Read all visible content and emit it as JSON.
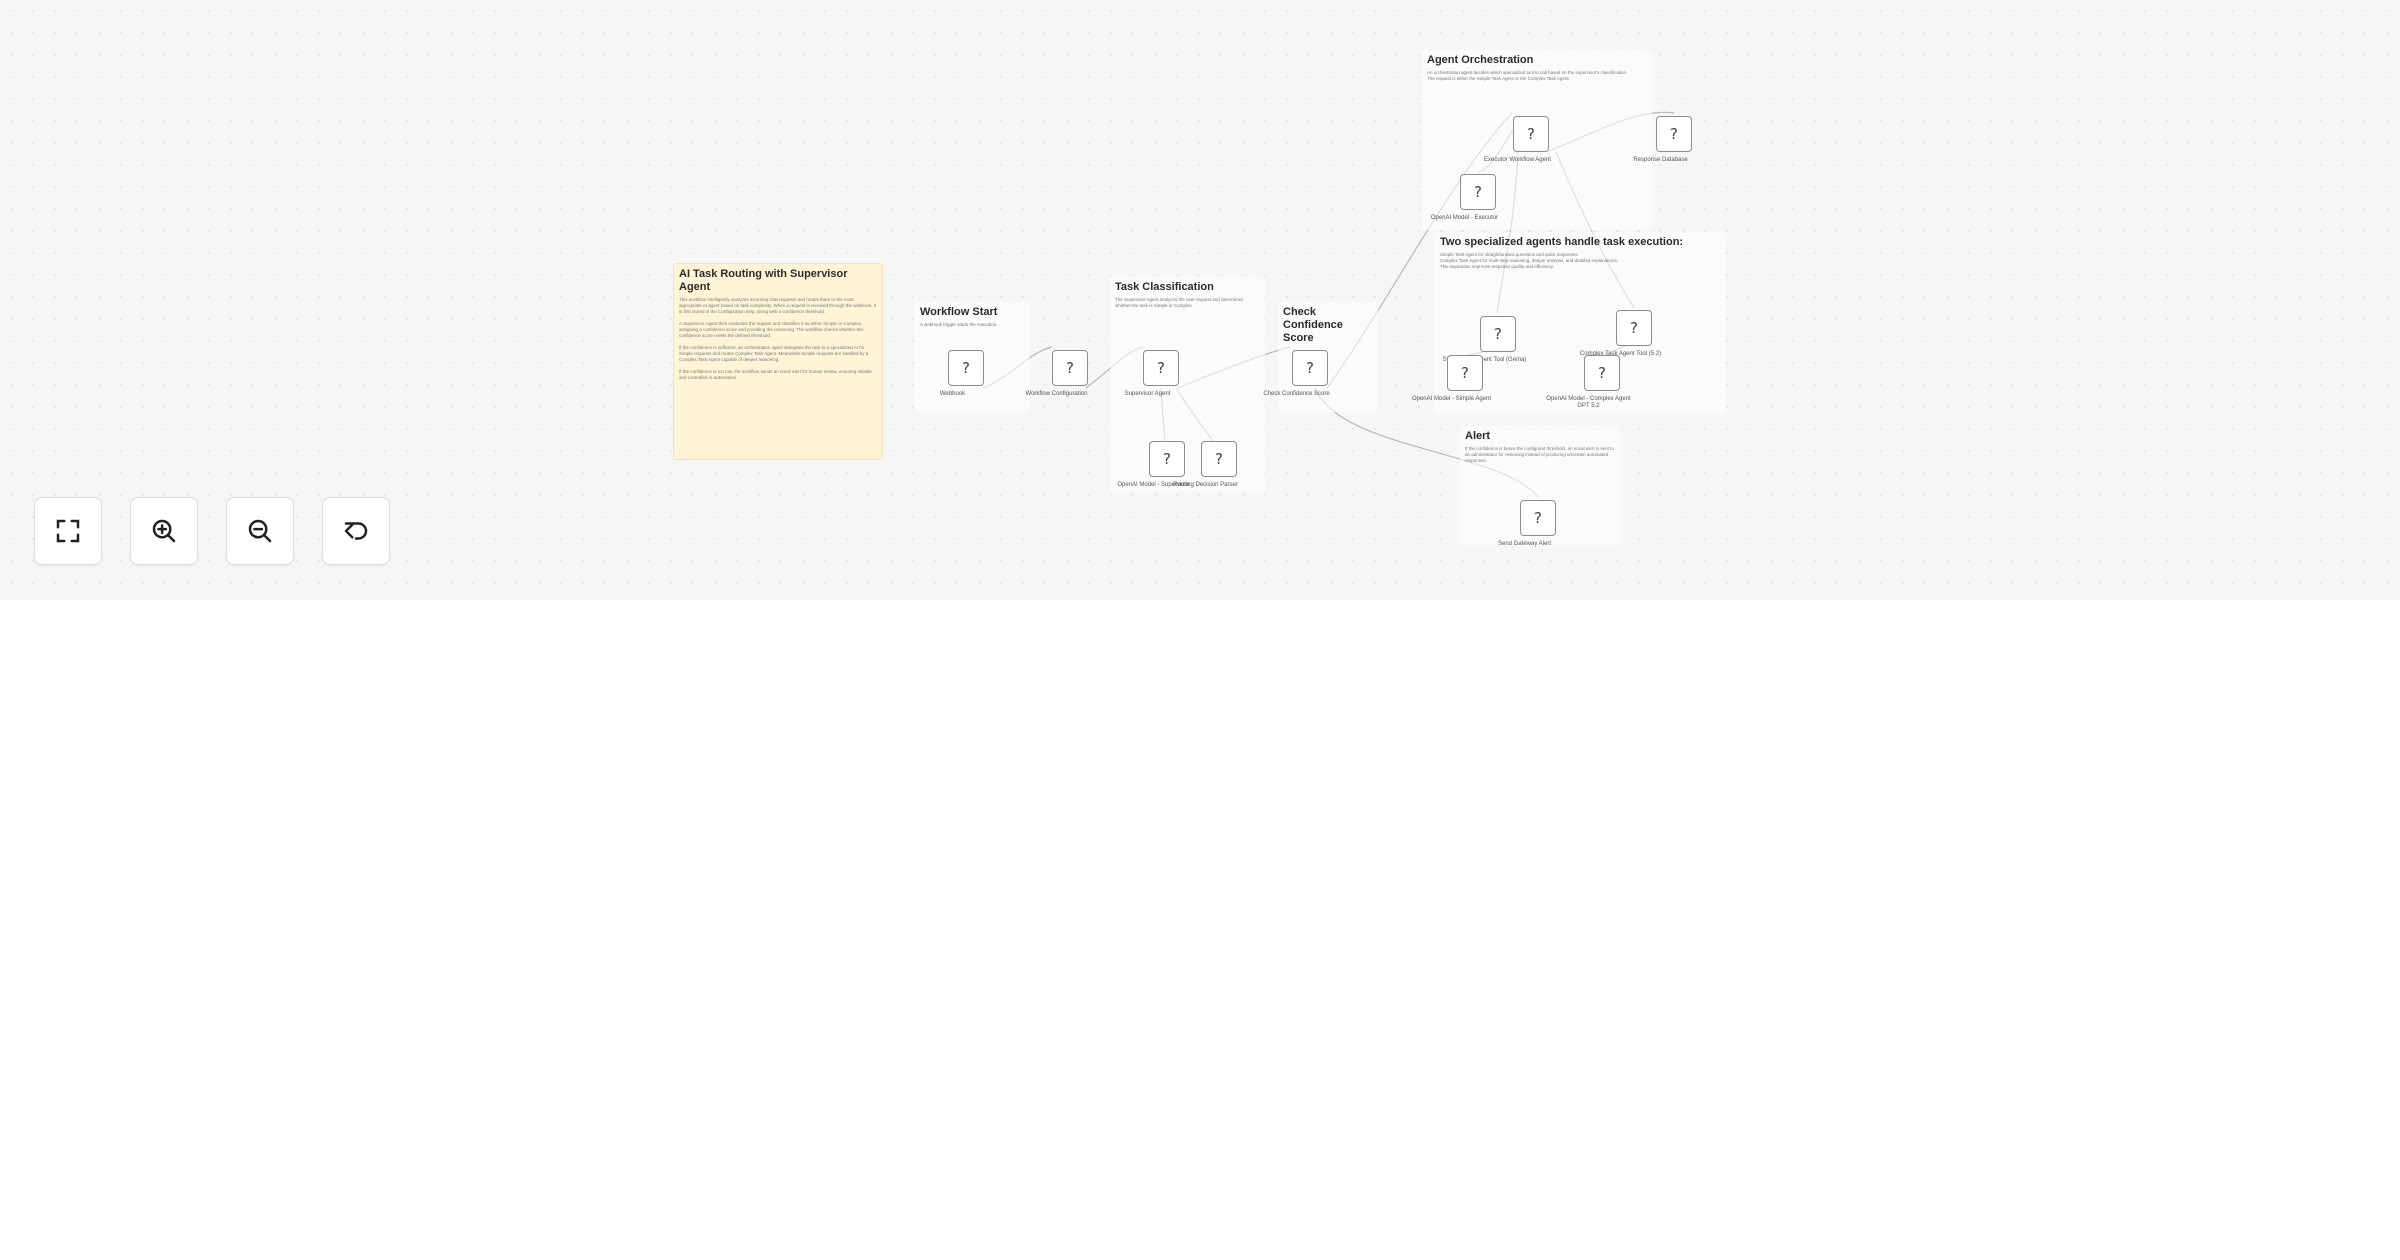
{
  "notes": {
    "main": {
      "title": "AI Task Routing with Supervisor Agent",
      "body": "This workflow intelligently analyzes incoming chat requests and routes them to the most appropriate AI agent based on task complexity. When a request is received through the webhook, it is first stored in the Configuration step, along with a confidence threshold.\n\nA Supervisor Agent then evaluates the request and classifies it as either Simple or Complex, assigning a confidence score and providing the reasoning. The workflow checks whether this confidence score meets the defined threshold.\n\nIf the confidence is sufficient, an orchestration agent delegates the task to a specialized AI for Simple requests and routes Complex Task Agent. Meanwhile Simple requests are handled by a Complex Task Agent capable of deeper reasoning.\n\nIf the confidence is too low, the workflow sends an email alert for human review, ensuring reliable and controlled AI automation."
    },
    "workflow_start": {
      "title": "Workflow Start",
      "body": "A webhook trigger starts the execution."
    },
    "task_classification": {
      "title": "Task Classification",
      "body": "The Supervisor Agent analyzes the user request and determines whether the task is Simple or Complex."
    },
    "check_confidence": {
      "title": "Check Confidence Score",
      "body": ""
    },
    "agent_orchestration": {
      "title": "Agent Orchestration",
      "body": "An orchestration agent decides which specialized tool to call based on the supervisor's classification.\nThe request is either the Simple Task Agent or the Complex Task Agent."
    },
    "specialized_agents": {
      "title": "Two specialized agents handle task execution:",
      "body": "Simple Task Agent for straightforward questions and quick responses.\nComplex Task Agent for multi-step reasoning, deeper analysis, and detailed explanations.\nThis separation improves response quality and efficiency."
    },
    "alert": {
      "title": "Alert",
      "body": "If the confidence is below the configured threshold, an email alert is sent to an administrator for reviewing instead of producing uncertain automated responses."
    }
  },
  "nodes": [
    {
      "id": "webhook",
      "label": "Webhook"
    },
    {
      "id": "workflow_configuration",
      "label": "Workflow Configuration"
    },
    {
      "id": "supervisor_agent",
      "label": "Supervisor Agent"
    },
    {
      "id": "openai_supervisor",
      "label": "OpenAI Model - Supervisor"
    },
    {
      "id": "routing_parser",
      "label": "Routing Decision Parser"
    },
    {
      "id": "check_confidence",
      "label": "Check Confidence Score"
    },
    {
      "id": "executor",
      "label": "Executor Workflow Agent"
    },
    {
      "id": "openai_executor",
      "label": "OpenAI Model - Executor"
    },
    {
      "id": "response_database",
      "label": "Response Database"
    },
    {
      "id": "simple_task_agent",
      "label": "Simple Task Agent Tool (Gema)"
    },
    {
      "id": "openai_simple",
      "label": "OpenAI Model - Simple Agent"
    },
    {
      "id": "complex_task_agent",
      "label": "Complex Task Agent Tool (5.2)"
    },
    {
      "id": "openai_complex",
      "label": "OpenAI Model - Complex Agent GPT 5.2"
    },
    {
      "id": "send_alert",
      "label": "Send Gateway Alert"
    }
  ],
  "controls": {
    "fit": "fullscreen-icon",
    "zoom_in": "zoom-in-icon",
    "zoom_out": "zoom-out-icon",
    "undo": "undo-icon"
  },
  "colors": {
    "canvas": "#f6f6f6",
    "sticky_main": "#fff5d6",
    "edge": "#b5b5b5"
  }
}
